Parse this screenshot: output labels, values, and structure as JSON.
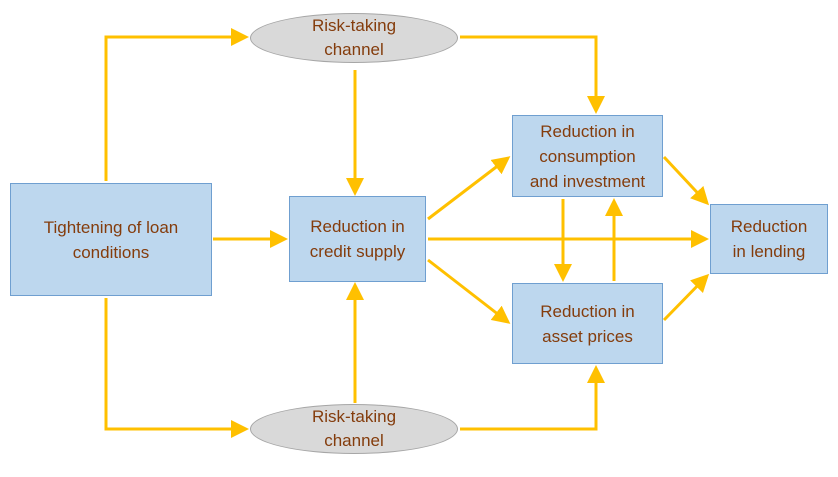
{
  "nodes": {
    "tightening": "Tightening of loan\nconditions",
    "credit_supply": "Reduction in\ncredit supply",
    "consumption": "Reduction in\nconsumption\nand investment",
    "asset_prices": "Reduction in\nasset prices",
    "lending": "Reduction\nin lending",
    "risk_top": "Risk-taking\nchannel",
    "risk_bottom": "Risk-taking\nchannel"
  },
  "colors": {
    "arrow": "#ffc000",
    "box_fill": "#bdd7ee",
    "box_border": "#6f9fd0",
    "oval_fill": "#d9d9d9",
    "text": "#843c0c"
  },
  "edges": [
    [
      "tightening",
      "risk_top"
    ],
    [
      "tightening",
      "risk_bottom"
    ],
    [
      "tightening",
      "credit_supply"
    ],
    [
      "risk_top",
      "credit_supply"
    ],
    [
      "risk_bottom",
      "credit_supply"
    ],
    [
      "risk_top",
      "consumption"
    ],
    [
      "risk_bottom",
      "asset_prices"
    ],
    [
      "credit_supply",
      "consumption"
    ],
    [
      "credit_supply",
      "asset_prices"
    ],
    [
      "credit_supply",
      "lending"
    ],
    [
      "consumption",
      "asset_prices"
    ],
    [
      "asset_prices",
      "consumption"
    ],
    [
      "consumption",
      "lending"
    ],
    [
      "asset_prices",
      "lending"
    ]
  ]
}
